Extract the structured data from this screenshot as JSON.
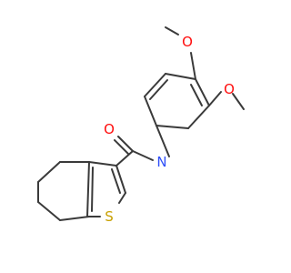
{
  "molecule": {
    "atoms": [
      {
        "id": "O_amide",
        "label": "O",
        "color": "#ff0d0d"
      },
      {
        "id": "N_amide",
        "label": "N",
        "color": "#3050f8"
      },
      {
        "id": "S_ring",
        "label": "S",
        "color": "#c8a000"
      },
      {
        "id": "O_methoxy_top",
        "label": "O",
        "color": "#ff0d0d"
      },
      {
        "id": "O_methoxy_right",
        "label": "O",
        "color": "#ff0d0d"
      }
    ],
    "bond_color": "#3a3a3a"
  }
}
